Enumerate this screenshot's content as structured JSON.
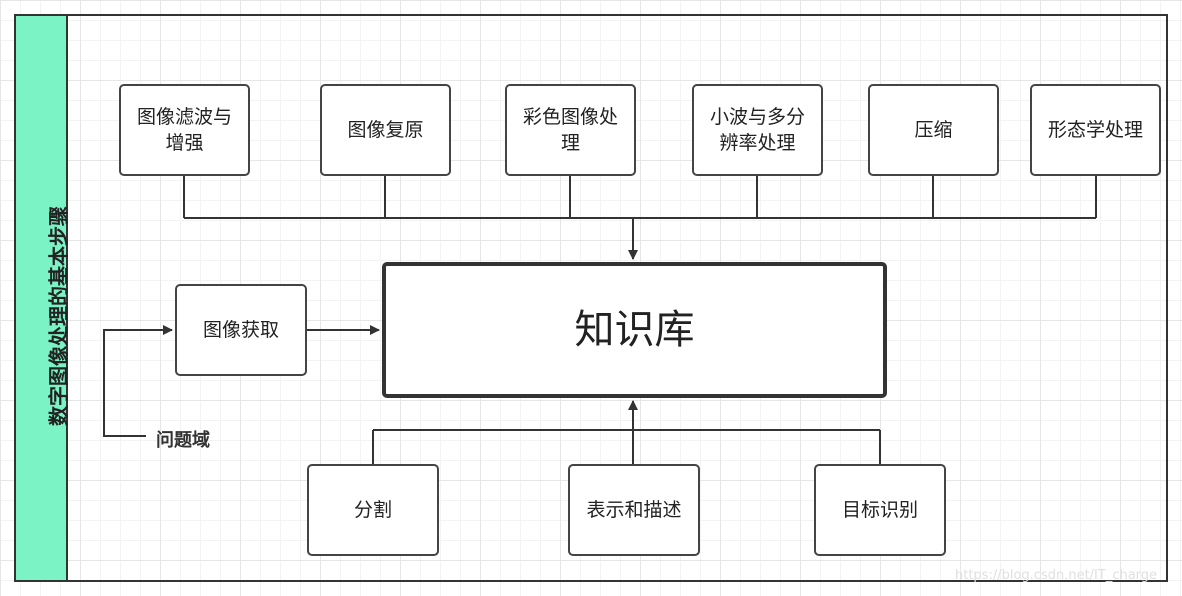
{
  "sidebar": {
    "title": "数字图像处理的基本步骤"
  },
  "top_steps": [
    {
      "label": "图像滤波与增强"
    },
    {
      "label": "图像复原"
    },
    {
      "label": "彩色图像处理"
    },
    {
      "label": "小波与多分辨率处理"
    },
    {
      "label": "压缩"
    },
    {
      "label": "形态学处理"
    }
  ],
  "center": {
    "label": "知识库"
  },
  "acquire": {
    "label": "图像获取"
  },
  "problem_domain": {
    "label": "问题域"
  },
  "bottom_steps": [
    {
      "label": "分割"
    },
    {
      "label": "表示和描述"
    },
    {
      "label": "目标识别"
    }
  ],
  "watermark": "https://blog.csdn.net/IT_charge",
  "colors": {
    "sidebar_fill": "#7bf3c4",
    "line": "#333333",
    "background": "#ffffff"
  }
}
